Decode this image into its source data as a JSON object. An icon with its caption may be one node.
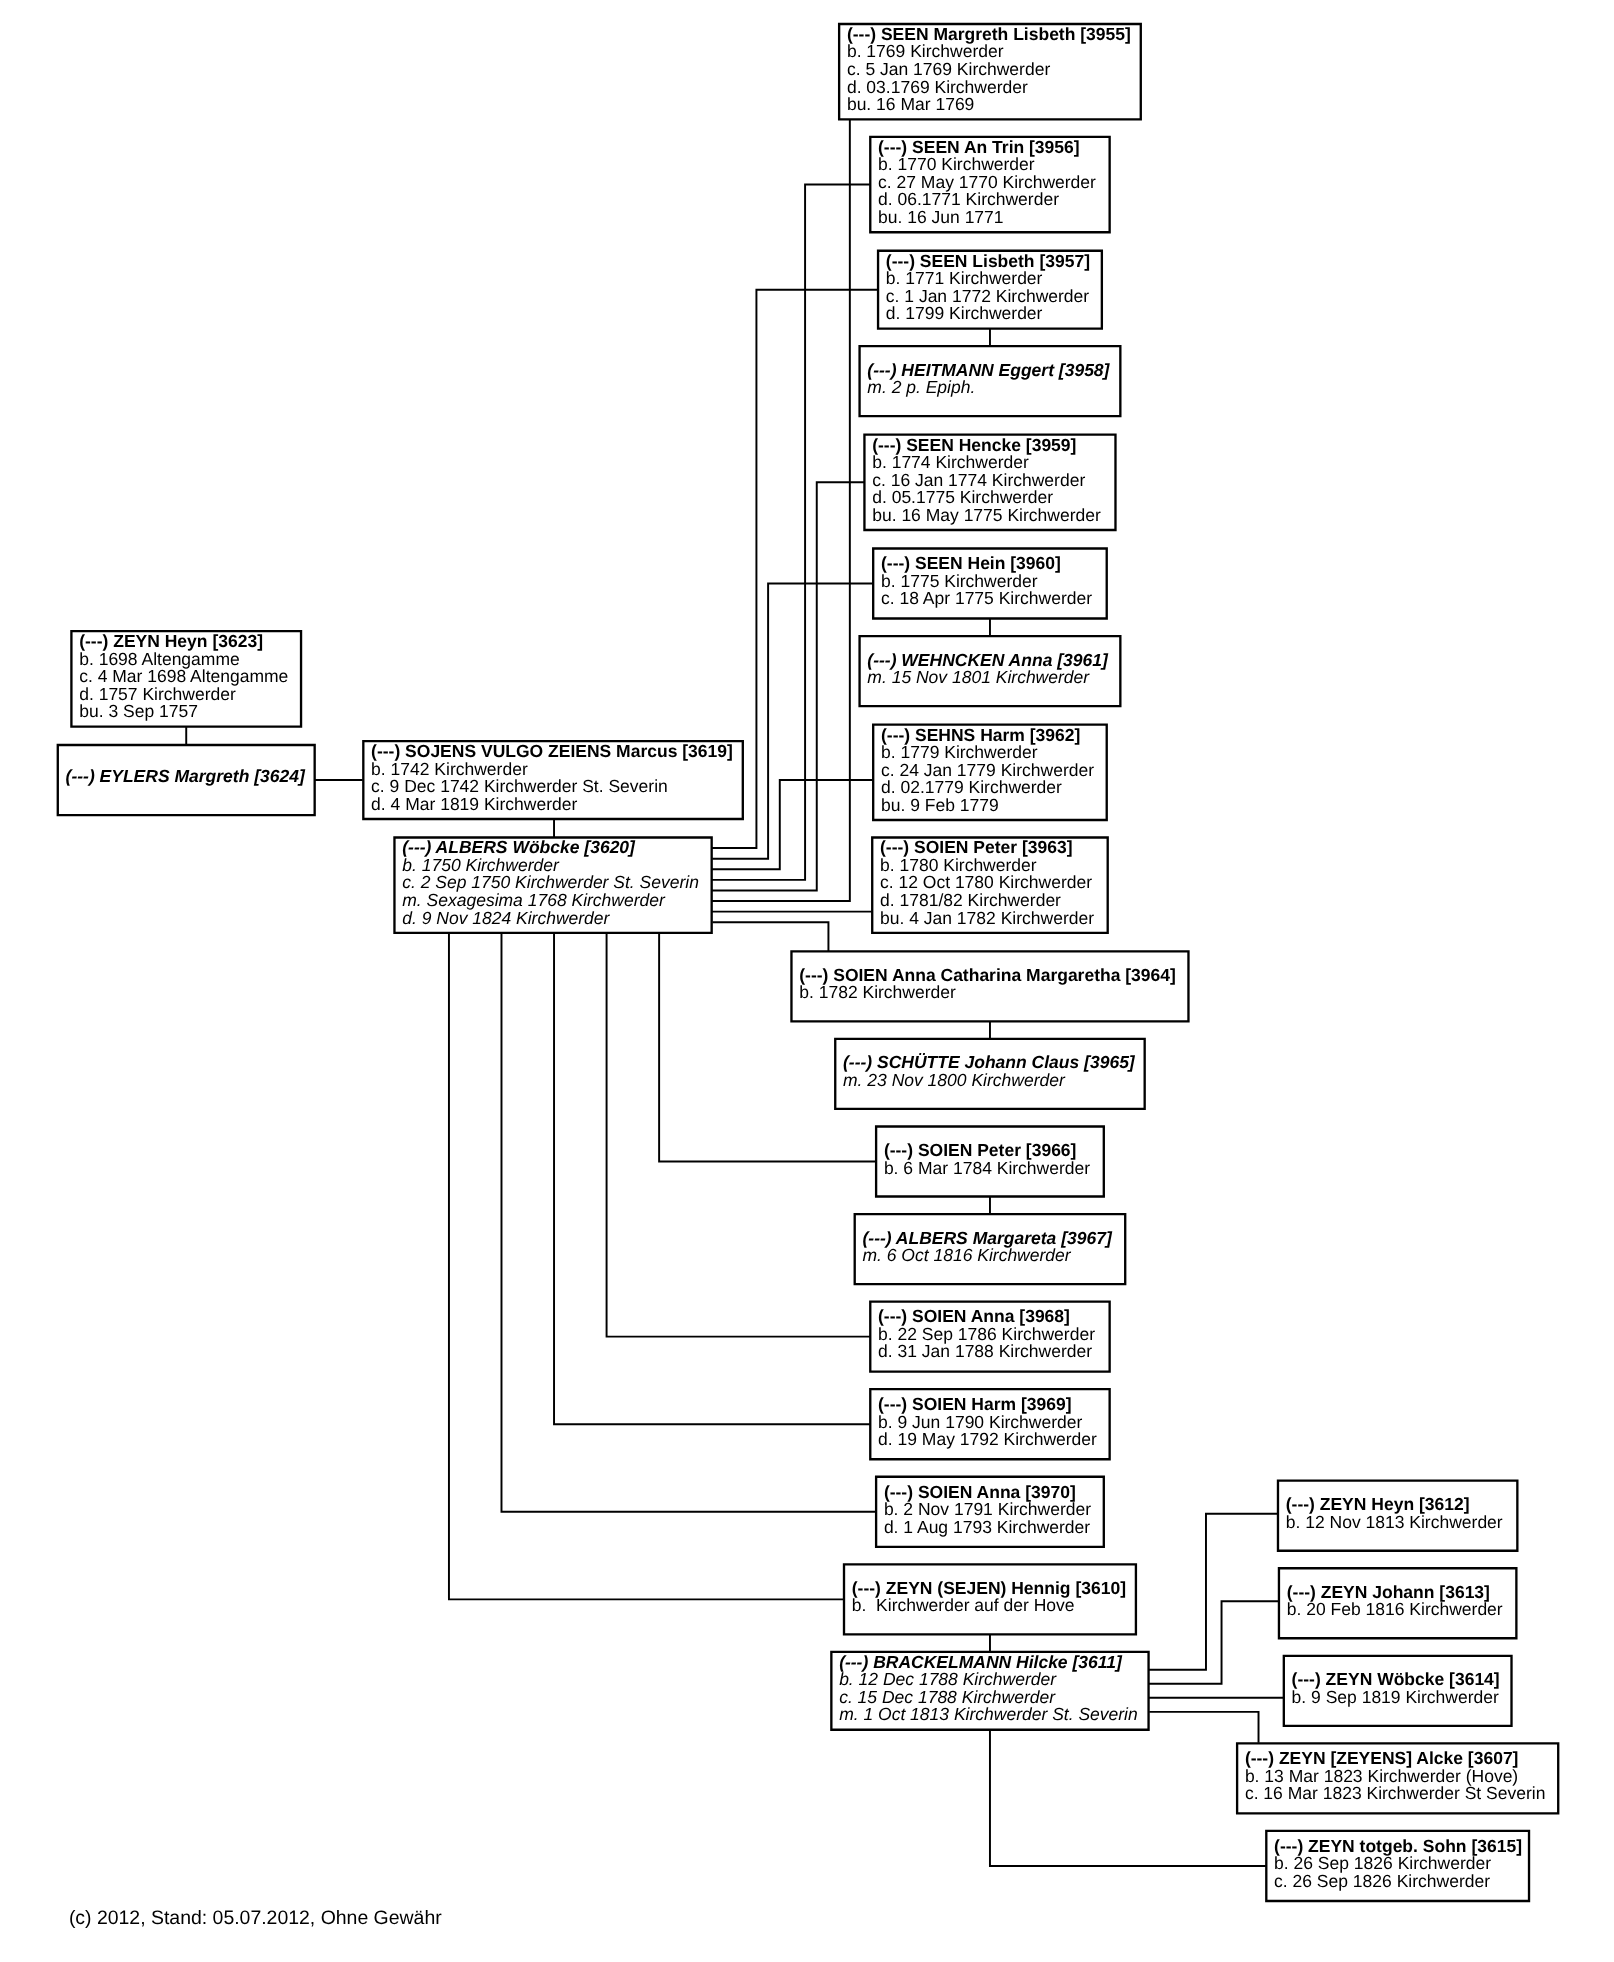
{
  "diagram": {
    "caption": "(c) 2012, Stand: 05.07.2012, Ohne Gewähr",
    "nodes": [
      {
        "text": [
          "(---) ZEYN Heyn [3623]",
          "b. 1698 Altengamme",
          "c. 4 Mar 1698 Altengamme",
          "d. 1757 Kirchwerder",
          "bu. 3 Sep 1757"
        ]
      },
      {
        "text": [
          "(---) EYLERS Margreth [3624]"
        ]
      },
      {
        "text": [
          "(---) SOJENS VULGO ZEIENS Marcus [3619]",
          "b. 1742 Kirchwerder",
          "c. 9 Dec 1742 Kirchwerder St. Severin",
          "d. 4 Mar 1819 Kirchwerder"
        ]
      },
      {
        "text": [
          "(---) ALBERS Wöbcke [3620]",
          "b. 1750 Kirchwerder",
          "c. 2 Sep 1750 Kirchwerder St. Severin",
          "m. Sexagesima 1768 Kirchwerder",
          "d. 9 Nov 1824 Kirchwerder"
        ]
      },
      {
        "text": [
          "(---) SEEN Margreth Lisbeth [3955]",
          "b. 1769 Kirchwerder",
          "c. 5 Jan 1769 Kirchwerder",
          "d. 03.1769 Kirchwerder",
          "bu. 16 Mar 1769"
        ]
      },
      {
        "text": [
          "(---) SEEN An Trin [3956]",
          "b. 1770 Kirchwerder",
          "c. 27 May 1770 Kirchwerder",
          "d. 06.1771 Kirchwerder",
          "bu. 16 Jun 1771"
        ]
      },
      {
        "text": [
          "(---) SEEN Lisbeth [3957]",
          "b. 1771 Kirchwerder",
          "c. 1 Jan 1772 Kirchwerder",
          "d. 1799 Kirchwerder"
        ]
      },
      {
        "text": [
          "(---) HEITMANN Eggert [3958]",
          "m. 2 p. Epiph."
        ]
      },
      {
        "text": [
          "(---) SEEN Hencke [3959]",
          "b. 1774 Kirchwerder",
          "c. 16 Jan 1774 Kirchwerder",
          "d. 05.1775 Kirchwerder",
          "bu. 16 May 1775 Kirchwerder"
        ]
      },
      {
        "text": [
          "(---) SEEN Hein [3960]",
          "b. 1775 Kirchwerder",
          "c. 18 Apr 1775 Kirchwerder"
        ]
      },
      {
        "text": [
          "(---) WEHNCKEN Anna [3961]",
          "m. 15 Nov 1801 Kirchwerder"
        ]
      },
      {
        "text": [
          "(---) SEHNS Harm [3962]",
          "b. 1779 Kirchwerder",
          "c. 24 Jan 1779 Kirchwerder",
          "d. 02.1779 Kirchwerder",
          "bu. 9 Feb 1779"
        ]
      },
      {
        "text": [
          "(---) SOIEN Peter [3963]",
          "b. 1780 Kirchwerder",
          "c. 12 Oct 1780 Kirchwerder",
          "d. 1781/82 Kirchwerder",
          "bu. 4 Jan 1782 Kirchwerder"
        ]
      },
      {
        "text": [
          "(---) SOIEN Anna Catharina Margaretha [3964]",
          "b. 1782 Kirchwerder"
        ]
      },
      {
        "text": [
          "(---) SCHÜTTE Johann Claus [3965]",
          "m. 23 Nov 1800 Kirchwerder"
        ]
      },
      {
        "text": [
          "(---) SOIEN Peter [3966]",
          "b. 6 Mar 1784 Kirchwerder"
        ]
      },
      {
        "text": [
          "(---) ALBERS Margareta [3967]",
          "m. 6 Oct 1816 Kirchwerder"
        ]
      },
      {
        "text": [
          "(---) SOIEN Anna [3968]",
          "b. 22 Sep 1786 Kirchwerder",
          "d. 31 Jan 1788 Kirchwerder"
        ]
      },
      {
        "text": [
          "(---) SOIEN Harm [3969]",
          "b. 9 Jun 1790 Kirchwerder",
          "d. 19 May 1792 Kirchwerder"
        ]
      },
      {
        "text": [
          "(---) SOIEN Anna [3970]",
          "b. 2 Nov 1791 Kirchwerder",
          "d. 1 Aug 1793 Kirchwerder"
        ]
      },
      {
        "text": [
          "(---) ZEYN (SEJEN) Hennig [3610]",
          "b.  Kirchwerder auf der Hove"
        ]
      },
      {
        "text": [
          "(---) BRACKELMANN Hilcke [3611]",
          "b. 12 Dec 1788 Kirchwerder",
          "c. 15 Dec 1788 Kirchwerder",
          "m. 1 Oct 1813 Kirchwerder St. Severin"
        ]
      },
      {
        "text": [
          "(---) ZEYN Heyn [3612]",
          "b. 12 Nov 1813 Kirchwerder"
        ]
      },
      {
        "text": [
          "(---) ZEYN Johann [3613]",
          "b. 20 Feb 1816 Kirchwerder"
        ]
      },
      {
        "text": [
          "(---) ZEYN Wöbcke [3614]",
          "b. 9 Sep 1819 Kirchwerder"
        ]
      },
      {
        "text": [
          "(---) ZEYN [ZEYENS] Alcke [3607]",
          "b. 13 Mar 1823 Kirchwerder (Hove)",
          "c. 16 Mar 1823 Kirchwerder St Severin"
        ]
      },
      {
        "text": [
          "(---) ZEYN totgeb. Sohn [3615]",
          "b. 26 Sep 1826 Kirchwerder",
          "c. 26 Sep 1826 Kirchwerder"
        ]
      }
    ],
    "edges": [
      {
        "from": 0,
        "to": 1,
        "arrow": "none"
      },
      {
        "from": 1,
        "to": 2,
        "arrow": "none"
      },
      {
        "from": 2,
        "to": 3,
        "arrow": "none"
      },
      {
        "from": 3,
        "to": 4,
        "arrow": "none"
      },
      {
        "from": 3,
        "to": 5,
        "arrow": "none"
      },
      {
        "from": 3,
        "to": 6,
        "arrow": "none"
      },
      {
        "from": 6,
        "to": 7,
        "arrow": "none"
      },
      {
        "from": 3,
        "to": 8,
        "arrow": "none"
      },
      {
        "from": 3,
        "to": 9,
        "arrow": "none"
      },
      {
        "from": 9,
        "to": 10,
        "arrow": "none"
      },
      {
        "from": 3,
        "to": 11,
        "arrow": "none"
      },
      {
        "from": 3,
        "to": 12,
        "arrow": "none"
      },
      {
        "from": 3,
        "to": 13,
        "arrow": "none"
      },
      {
        "from": 13,
        "to": 14,
        "arrow": "none"
      },
      {
        "from": 3,
        "to": 15,
        "arrow": "none"
      },
      {
        "from": 15,
        "to": 16,
        "arrow": "none"
      },
      {
        "from": 3,
        "to": 17,
        "arrow": "none"
      },
      {
        "from": 3,
        "to": 18,
        "arrow": "none"
      },
      {
        "from": 3,
        "to": 19,
        "arrow": "none"
      },
      {
        "from": 3,
        "to": 20,
        "arrow": "none"
      },
      {
        "from": 20,
        "to": 21,
        "arrow": "none"
      },
      {
        "from": 21,
        "to": 22,
        "arrow": "none"
      },
      {
        "from": 21,
        "to": 23,
        "arrow": "none"
      },
      {
        "from": 21,
        "to": 24,
        "arrow": "none"
      },
      {
        "from": 21,
        "to": 25,
        "arrow": "none"
      },
      {
        "from": 21,
        "to": 26,
        "arrow": "none"
      }
    ]
  }
}
